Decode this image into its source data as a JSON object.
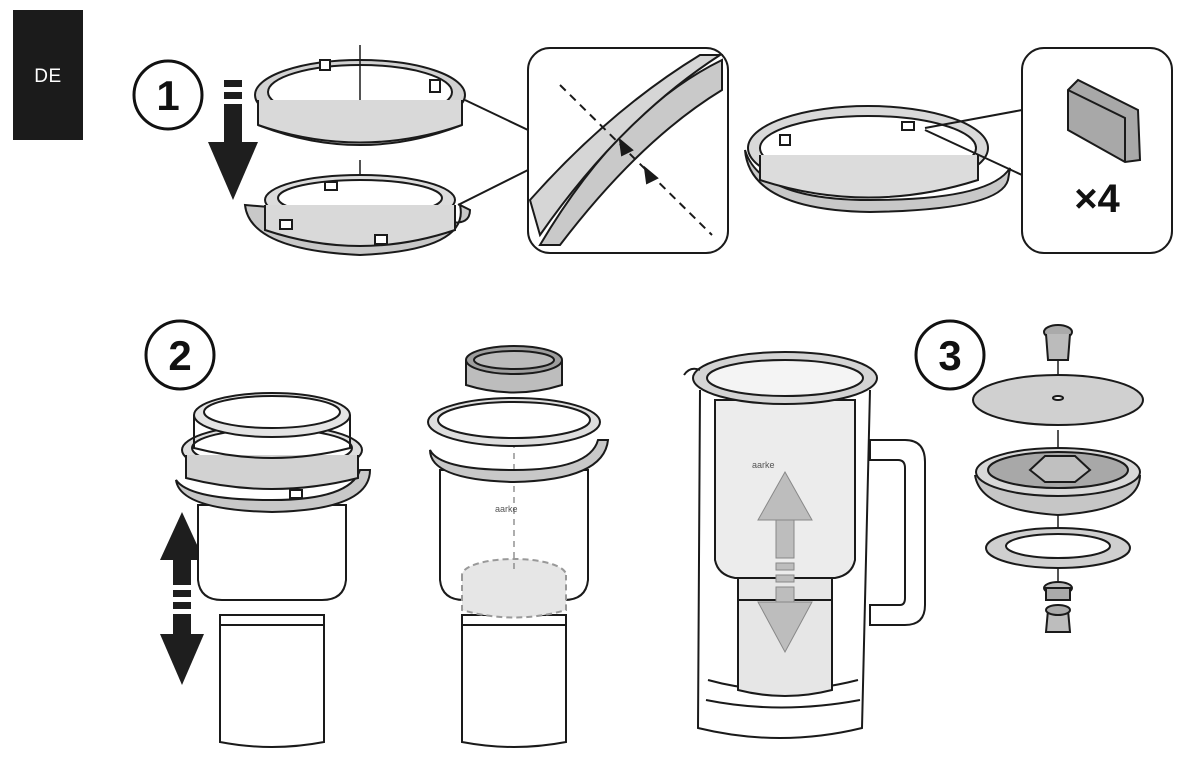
{
  "lang_tab": {
    "label": "DE"
  },
  "steps": [
    {
      "number": "1"
    },
    {
      "number": "2"
    },
    {
      "number": "3"
    }
  ],
  "quantity_label": "×4",
  "brand_marks": [
    "aarke",
    "aarke"
  ],
  "colors": {
    "line": "#1a1a1a",
    "fill_grey": "#cfcfcf",
    "fill_light": "#e8e8e8",
    "arrow_dark": "#1e1e1e",
    "arrow_grey": "#bdbdbd",
    "tab_bg": "#1b1b1b"
  }
}
